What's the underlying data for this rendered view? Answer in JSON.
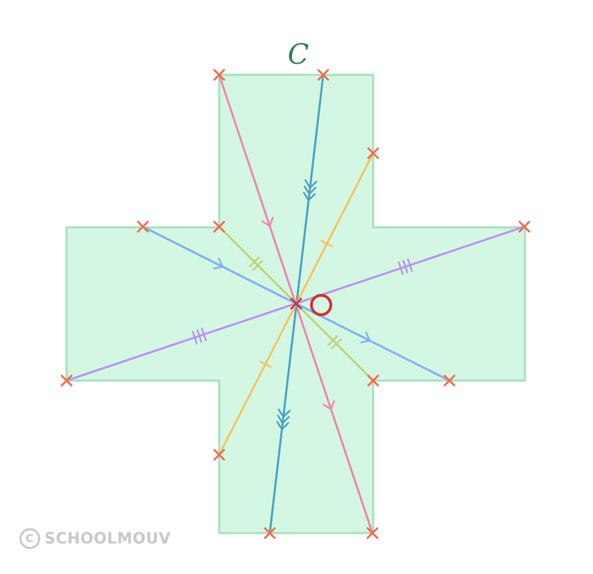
{
  "figure": {
    "shape_label": "C",
    "center_label": "O",
    "colors": {
      "shape_fill": "#d4f7e4",
      "shape_stroke": "#a8dfc0",
      "point_marker": "#f26a4b",
      "center_marker": "#d32f3a",
      "label": "#2e7d4f"
    },
    "segments": [
      {
        "id": "pink",
        "color": "#ef85b0",
        "tick_style": "single-chevron"
      },
      {
        "id": "teal",
        "color": "#4aa3c2",
        "tick_style": "triple-chevron"
      },
      {
        "id": "yellow",
        "color": "#f2c462",
        "tick_style": "single-bar"
      },
      {
        "id": "olive",
        "color": "#bcd472",
        "tick_style": "double-bar"
      },
      {
        "id": "blue",
        "color": "#7fb0f2",
        "tick_style": "single-chevron"
      },
      {
        "id": "purple",
        "color": "#b993ee",
        "tick_style": "triple-bar"
      }
    ]
  },
  "watermark": {
    "symbol": "C",
    "text": "SCHOOLMOUV"
  }
}
